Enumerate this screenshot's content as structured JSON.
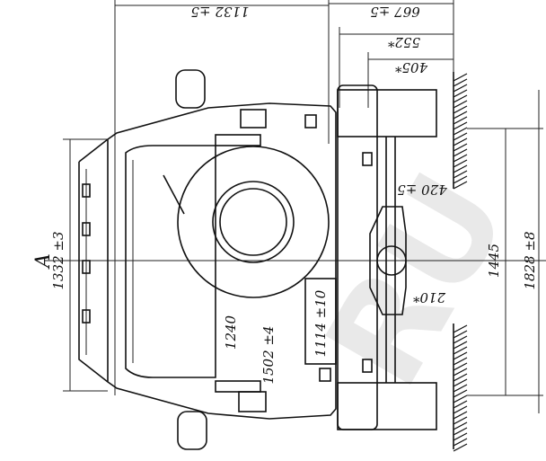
{
  "view_label": "A",
  "dimensions": {
    "top_width": "1132 ±5",
    "top_right": "667 ±5",
    "offset_552": "552*",
    "offset_405": "405*",
    "height_1332": "1332 ±3",
    "height_1240": "1240",
    "height_1502": "1502 ±4",
    "height_1114": "1114 ±10",
    "height_1445": "1445",
    "height_1828": "1828 ±8",
    "axle_420": "420 ±5",
    "axle_210": "210*"
  },
  "watermark": "RU"
}
